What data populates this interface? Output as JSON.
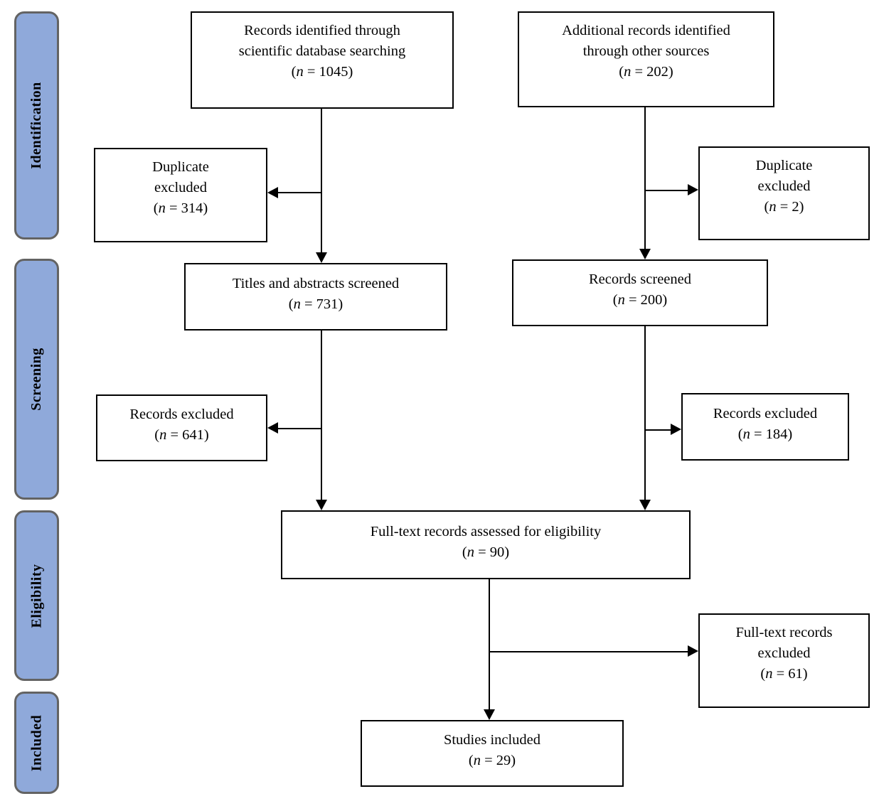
{
  "colors": {
    "background": "#FFFFFF",
    "sidebar_fill": "#8FA9DA",
    "sidebar_border": "#636363",
    "box_fill": "#FFFFFF",
    "box_border": "#000000",
    "connector": "#000000",
    "text": "#000000"
  },
  "sidebar": {
    "stages": [
      {
        "label": "Identification"
      },
      {
        "label": "Screening"
      },
      {
        "label": "Eligibility"
      },
      {
        "label": "Included"
      }
    ]
  },
  "boxes": {
    "records_identified": {
      "line1": "Records identified through",
      "line2": "scientific database searching",
      "count": {
        "open": "(",
        "var": "n",
        "eq": " = ",
        "value": "1045",
        "close": ")"
      }
    },
    "additional_records": {
      "line1": "Additional records identified",
      "line2": "through other sources",
      "count": {
        "open": "(",
        "var": "n",
        "eq": " = ",
        "value": "202",
        "close": ")"
      }
    },
    "duplicate_excluded_left": {
      "line1": "Duplicate",
      "line2": "excluded",
      "count": {
        "open": "(",
        "var": "n",
        "eq": " = ",
        "value": "314",
        "close": ")"
      }
    },
    "duplicate_excluded_right": {
      "line1": "Duplicate",
      "line2": "excluded",
      "count": {
        "open": "(",
        "var": "n",
        "eq": " = ",
        "value": "2",
        "close": ")"
      }
    },
    "titles_abstracts_screened": {
      "line1": "Titles and abstracts screened",
      "count": {
        "open": "(",
        "var": "n",
        "eq": " = ",
        "value": "731",
        "close": ")"
      }
    },
    "records_screened": {
      "line1": "Records screened",
      "count": {
        "open": "(",
        "var": "n",
        "eq": " = ",
        "value": "200",
        "close": ")"
      }
    },
    "records_excluded_left": {
      "line1": "Records excluded",
      "count": {
        "open": "(",
        "var": "n",
        "eq": " = ",
        "value": "641",
        "close": ")"
      }
    },
    "records_excluded_right": {
      "line1": "Records excluded",
      "count": {
        "open": "(",
        "var": "n",
        "eq": " = ",
        "value": "184",
        "close": ")"
      }
    },
    "fulltext_assessed": {
      "line1": "Full-text records assessed for eligibility",
      "count": {
        "open": "(",
        "var": "n",
        "eq": " = ",
        "value": "90",
        "close": ")"
      }
    },
    "fulltext_excluded": {
      "line1": "Full-text records",
      "line2": "excluded",
      "count": {
        "open": "(",
        "var": "n",
        "eq": " = ",
        "value": "61",
        "close": ")"
      }
    },
    "studies_included": {
      "line1": "Studies included",
      "count": {
        "open": "(",
        "var": "n",
        "eq": " = ",
        "value": "29",
        "close": ")"
      }
    }
  }
}
